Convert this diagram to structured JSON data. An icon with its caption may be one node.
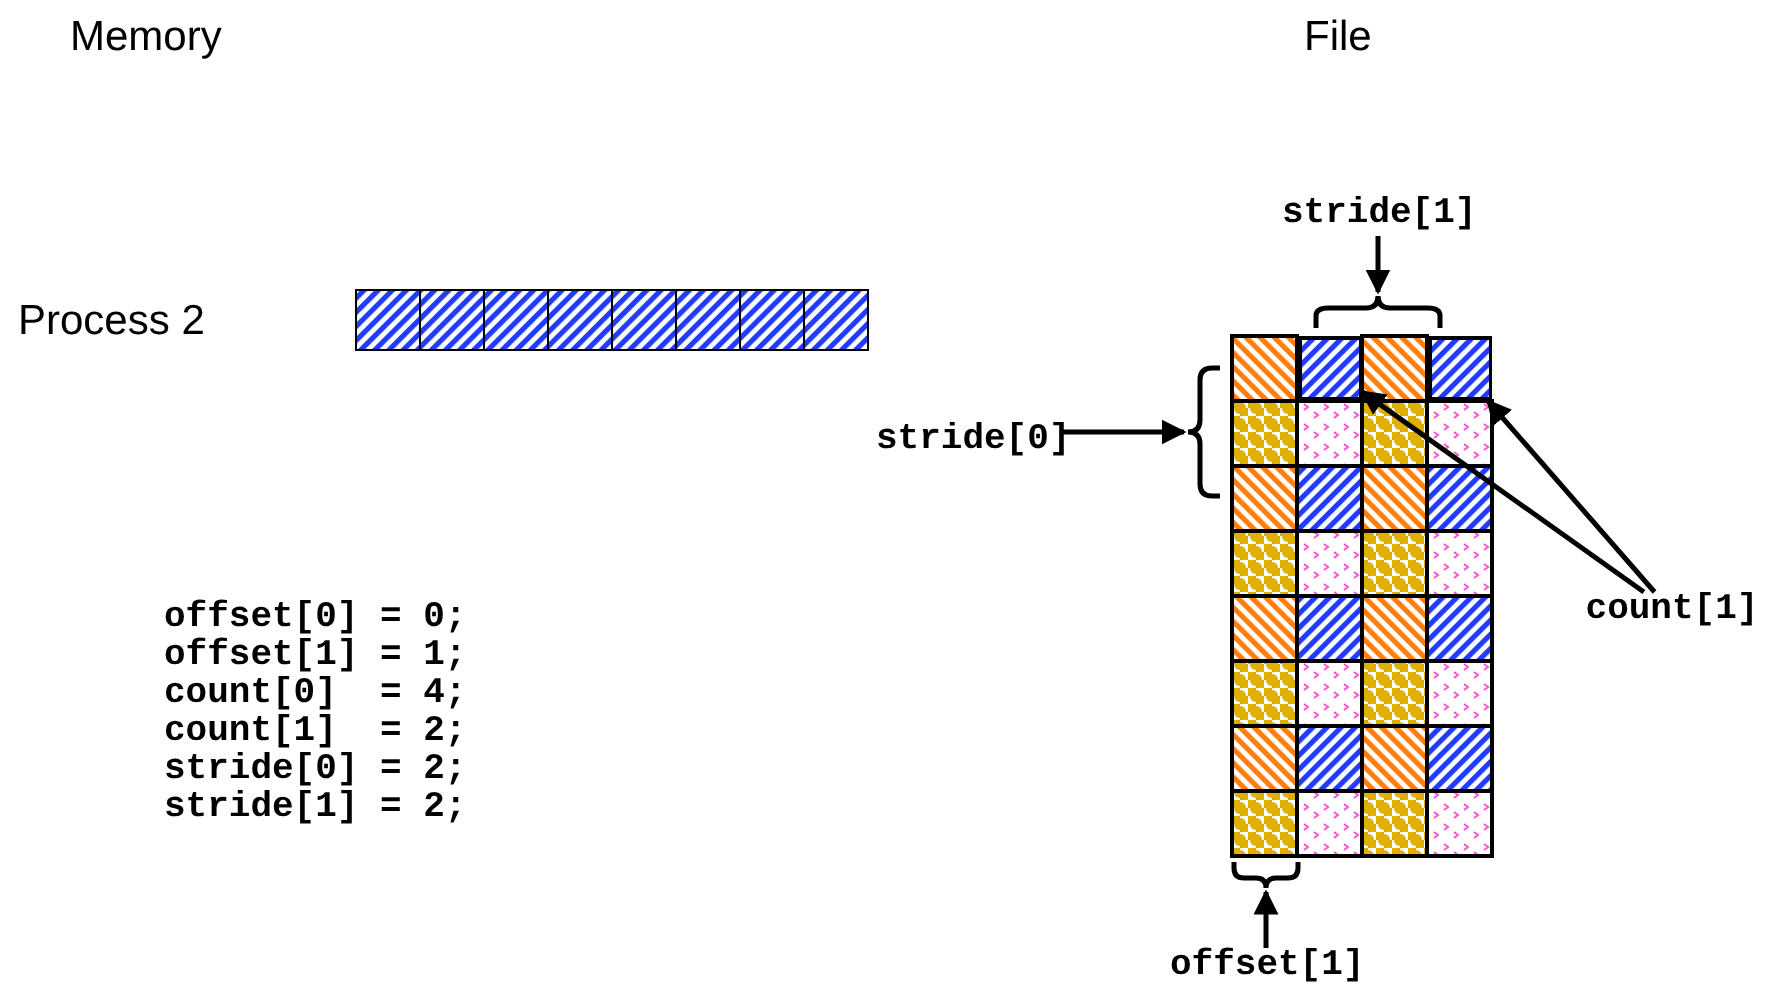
{
  "diagram": {
    "nodes": [
      {
        "text": [
          "stride[1]"
        ]
      },
      {
        "text": [
          "stride[0]"
        ]
      },
      {
        "text": [
          "count[1]"
        ]
      },
      {
        "text": [
          "offset[1]"
        ]
      },
      {
        "text": [],
        "shape": "box"
      },
      {
        "text": [],
        "shape": "box"
      },
      {
        "text": [],
        "shape": "brace"
      },
      {
        "text": [],
        "shape": "brace"
      },
      {
        "text": [],
        "shape": "brace"
      }
    ],
    "edges": [
      {
        "from": 0,
        "to": 6,
        "arrow": "to"
      },
      {
        "from": 1,
        "to": 7,
        "arrow": "to"
      },
      {
        "from": 2,
        "to": 4,
        "arrow": "to"
      },
      {
        "from": 2,
        "to": 5,
        "arrow": "to"
      },
      {
        "from": 3,
        "to": 8,
        "arrow": "to"
      }
    ],
    "labels": [
      "Memory",
      "File",
      "Process 2",
      "offset[0] = 0;",
      "offset[1] = 1;",
      "count[0]  = 4;",
      "count[1]  = 2;",
      "stride[0] = 2;",
      "stride[1] = 2;"
    ]
  }
}
